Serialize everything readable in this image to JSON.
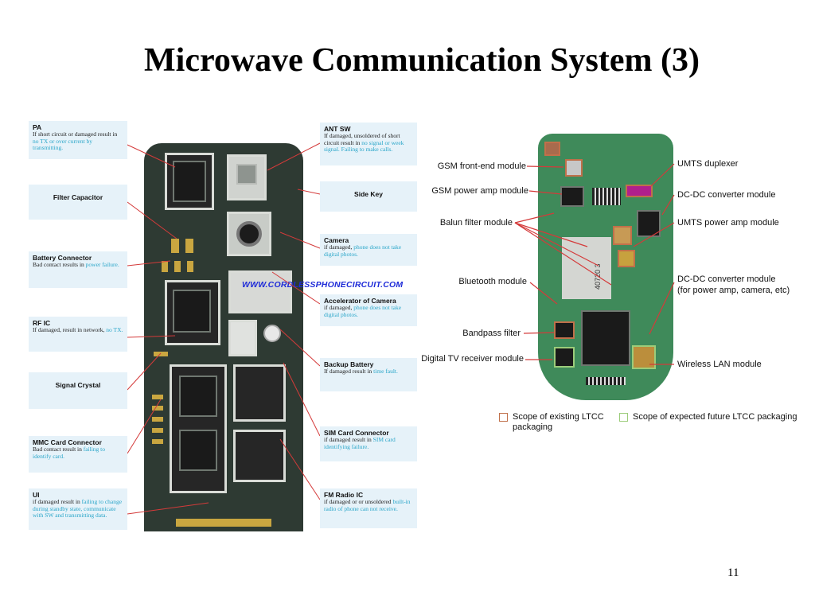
{
  "slide": {
    "title": "Microwave Communication System (3)",
    "page_number": "11"
  },
  "left_figure": {
    "watermark": "WWW.CORDLESSPHONECIRCUIT.COM",
    "callouts": [
      {
        "id": "pa",
        "title": "PA",
        "normal": "If short circuit or damaged result in ",
        "highlight": "no TX or over current by transmitting."
      },
      {
        "id": "filter-capacitor",
        "title": "Filter Capacitor"
      },
      {
        "id": "battery-connector",
        "title": "Battery Connector",
        "normal": "Bad contact results in ",
        "highlight": "power failure."
      },
      {
        "id": "rf-ic",
        "title": "RF IC",
        "normal": "If damaged, result in network, ",
        "highlight": "no TX."
      },
      {
        "id": "signal-crystal",
        "title": "Signal Crystal"
      },
      {
        "id": "mmc-card-connector",
        "title": "MMC Card Connector",
        "normal": "Bad contact result in ",
        "highlight": "failing to identify card."
      },
      {
        "id": "ui",
        "title": "UI",
        "normal": "if damaged result in ",
        "highlight": "failing to change during standby state, communicate with SW and transmitting data."
      },
      {
        "id": "ant-sw",
        "title": "ANT SW",
        "normal": "If damaged, unsoldered of short circuit result in ",
        "highlight": "no signal or week signal. Failing to make calls."
      },
      {
        "id": "side-key",
        "title": "Side Key"
      },
      {
        "id": "camera",
        "title": "Camera",
        "normal": "if damaged, ",
        "highlight": "phone does not take digital photos."
      },
      {
        "id": "accelerator-of-camera",
        "title": "Accelerator of Camera",
        "normal": "if damaged, ",
        "highlight": "phone does not take digital photos."
      },
      {
        "id": "backup-battery",
        "title": "Backup Battery",
        "normal": "If damaged result in ",
        "highlight": "time fault."
      },
      {
        "id": "sim-card-connector",
        "title": "SIM Card Connector",
        "normal": "if damaged result in ",
        "highlight": "SIM card identifying failure."
      },
      {
        "id": "fm-radio-ic",
        "title": "FM Radio IC",
        "normal": "if damaged or or unsoldered ",
        "highlight": "built-in radio of phone can not receive."
      }
    ]
  },
  "right_figure": {
    "labels": {
      "gsm_front_end": "GSM front-end module",
      "gsm_power_amp": "GSM power amp module",
      "balun_filter": "Balun filter module",
      "bluetooth": "Bluetooth module",
      "bandpass_filter": "Bandpass filter",
      "digital_tv": "Digital TV receiver module",
      "umts_duplexer": "UMTS duplexer",
      "dcdc_converter": "DC-DC converter module",
      "umts_power_amp": "UMTS power amp module",
      "dcdc_converter_2": "DC-DC converter module",
      "dcdc_converter_2_note": "(for power amp, camera, etc)",
      "wireless_lan": "Wireless LAN module"
    },
    "board_print": "40720 3",
    "legend": [
      {
        "text": "Scope of existing LTCC packaging",
        "color": "#c0704a"
      },
      {
        "text": "Scope of expected future LTCC packaging",
        "color": "#9ccc7a"
      }
    ]
  }
}
